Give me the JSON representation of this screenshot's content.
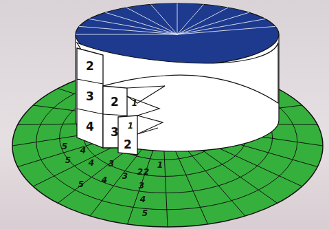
{
  "diagram": {
    "labels": [
      "2",
      "3",
      "4",
      "2",
      "3",
      "2",
      "1",
      "1",
      "5",
      "4",
      "5",
      "4",
      "3",
      "5",
      "4",
      "3",
      "2",
      "1",
      "2",
      "3",
      "4",
      "5"
    ]
  }
}
